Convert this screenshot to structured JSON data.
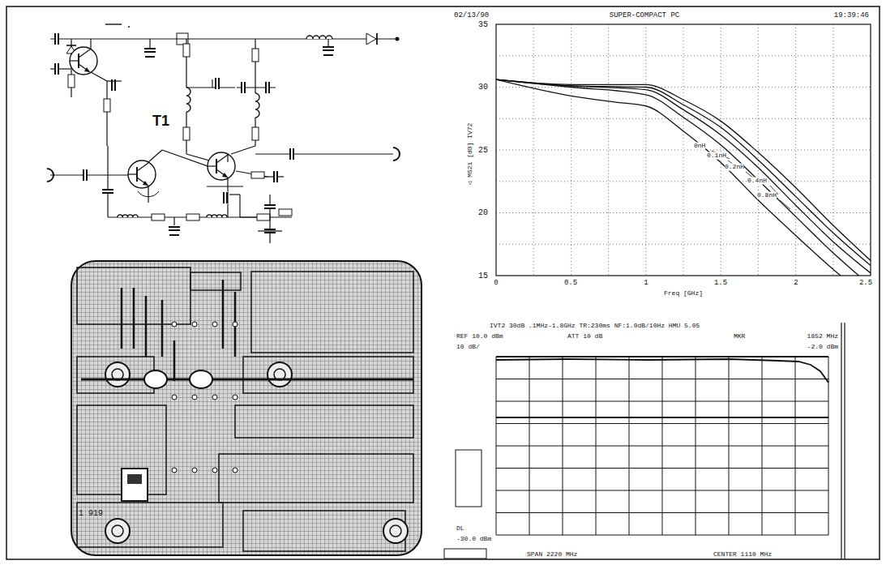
{
  "diagram": {
    "labels": [
      "T1",
      "1 919",
      "02/13/90",
      "SUPER-COMPACT PC",
      "19:39:46",
      "35",
      "30",
      "25",
      "20",
      "15",
      "◁ MS21 [dB] IV72",
      "0",
      "0.5",
      "1",
      "1.5",
      "2",
      "2.5",
      "Freq [GHz]",
      "0nH",
      "0.1nH",
      "0.2nH",
      "0.4nH",
      "0.8nH",
      "IVT2 30dB .1MHz-1.8GHz TR:230ms NF:1.0dB/10Hz HMU 5.05",
      "REF 10.0 dBm",
      "ATT 10 dB",
      "MKR",
      "1852 MHz",
      "10 dB/",
      "-2.0 dBm",
      "DL",
      "-30.0 dBm",
      "SPAN 2220 MHz",
      "CENTER 1110 MHz"
    ]
  }
}
